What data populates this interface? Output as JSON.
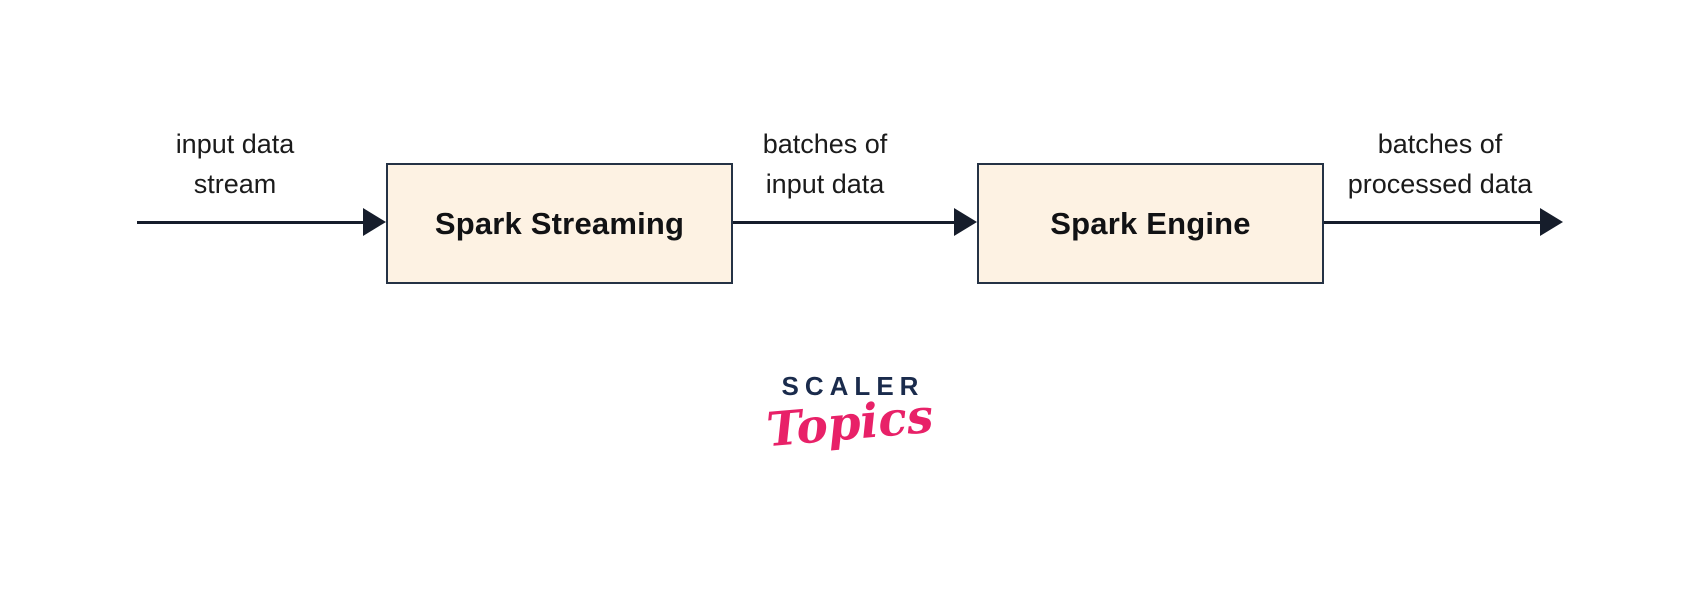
{
  "colors": {
    "background": "#ffffff",
    "node_fill": "#fdf2e3",
    "node_border": "#253245",
    "arrow": "#161d2b",
    "label_text": "#1b1b1b",
    "node_text": "#111214",
    "logo_navy": "#1a2b4c",
    "logo_pink": "#e82168"
  },
  "nodes": [
    {
      "label": "Spark Streaming"
    },
    {
      "label": "Spark Engine"
    }
  ],
  "edges": [
    {
      "label_lines": [
        "input data",
        "stream"
      ]
    },
    {
      "label_lines": [
        "batches of",
        "input data"
      ]
    },
    {
      "label_lines": [
        "batches of",
        "processed data"
      ]
    }
  ],
  "logo": {
    "brand": "SCALER",
    "wordmark": "Topics"
  }
}
